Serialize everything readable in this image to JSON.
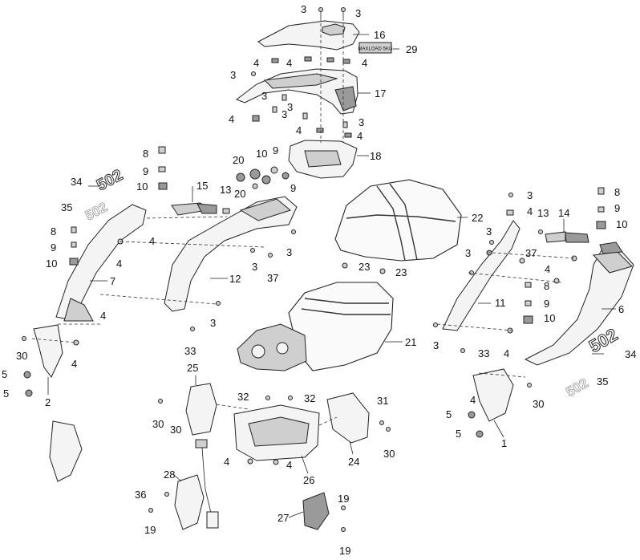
{
  "callouts": {
    "c3a": "3",
    "c3b": "3",
    "c16": "16",
    "c29": "29",
    "c4a": "4",
    "c4b": "4",
    "c4c": "4",
    "c3c": "3",
    "c17": "17",
    "c3d": "3",
    "c3e": "3",
    "c4d": "4",
    "c3f": "3",
    "c3g": "3",
    "c4e": "4",
    "c4f": "4",
    "c8a": "8",
    "c10a": "10",
    "c9a": "9",
    "c18": "18",
    "c9b": "9",
    "c20a": "20",
    "c20b": "20",
    "c9c": "9",
    "c10b": "10",
    "c34a": "34",
    "c15": "15",
    "c13a": "13",
    "c35a": "35",
    "c8b": "8",
    "c4g": "4",
    "c9d": "9",
    "c10c": "10",
    "c4h": "4",
    "c3h": "3",
    "c37a": "37",
    "c3i": "3",
    "c7": "7",
    "c12": "12",
    "c4i": "4",
    "c3j": "3",
    "c30a": "30",
    "c4j": "4",
    "c33a": "33",
    "c5a": "5",
    "c5b": "5",
    "c2": "2",
    "c22": "22",
    "c23a": "23",
    "c23b": "23",
    "c21": "21",
    "c3k": "3",
    "c4k": "4",
    "c13b": "13",
    "c14": "14",
    "c8c": "8",
    "c9e": "9",
    "c10d": "10",
    "c3l": "3",
    "c3m": "3",
    "c37b": "37",
    "c4l": "4",
    "c8d": "8",
    "c11": "11",
    "c9f": "9",
    "c6": "6",
    "c10e": "10",
    "c3n": "3",
    "c33b": "33",
    "c4m": "4",
    "c34b": "34",
    "c35b": "35",
    "c30b": "30",
    "c4n": "4",
    "c5c": "5",
    "c5d": "5",
    "c1": "1",
    "c25": "25",
    "c32a": "32",
    "c32b": "32",
    "c31": "31",
    "c30c": "30",
    "c30d": "30",
    "c30e": "30",
    "c4o": "4",
    "c4p": "4",
    "c26": "26",
    "c24": "24",
    "c28": "28",
    "c36": "36",
    "c19a": "19",
    "c27": "27",
    "c19b": "19",
    "c19c": "19"
  },
  "decals": {
    "plate_text": "MAXLOAD 5KG",
    "logo_left": "502",
    "logo_right": "502"
  },
  "colors": {
    "line": "#222222",
    "fill_light": "#f4f4f4",
    "fill_mid": "#cfcfcf",
    "fill_dark": "#9a9a9a"
  }
}
